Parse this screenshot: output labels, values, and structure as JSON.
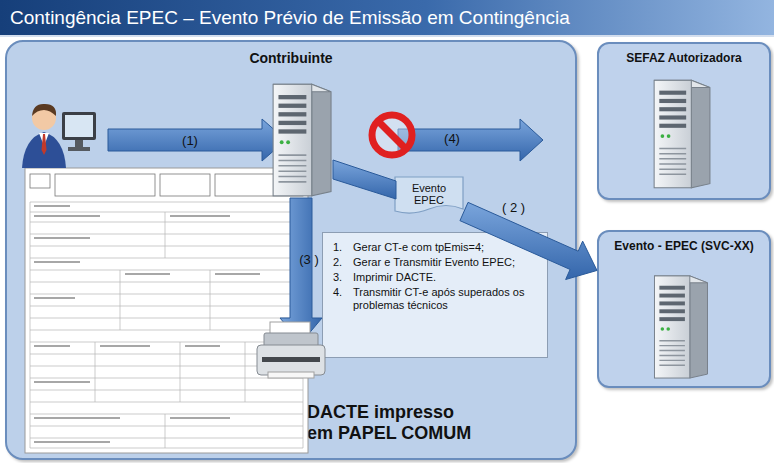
{
  "diagram": {
    "title": "Contingência EPEC – Evento Prévio de Emissão em Contingência",
    "nodes": [
      {
        "text": [
          "Contribuinte",
          "DACTE impresso em PAPEL COMUM"
        ]
      },
      {
        "text": [
          "1.",
          "Gerar CT-e com tpEmis=4;",
          "2.",
          "Gerar e Transmitir Evento EPEC;",
          "3.",
          "Imprimir DACTE.",
          "4.",
          "Transmitir CT-e após superados os problemas técnicos"
        ],
        "in": 0
      },
      {
        "text": [
          "Evento EPEC"
        ],
        "in": 0
      },
      {
        "text": [
          "SEFAZ Autorizadora"
        ]
      },
      {
        "text": [
          "Evento - EPEC (SVC-XX)"
        ]
      }
    ],
    "edges": [
      {
        "from": 2,
        "to": 4,
        "arrow": "to",
        "label": "( 2 )"
      }
    ],
    "labels": [
      "(1)",
      "(3 )",
      "(4)"
    ]
  }
}
